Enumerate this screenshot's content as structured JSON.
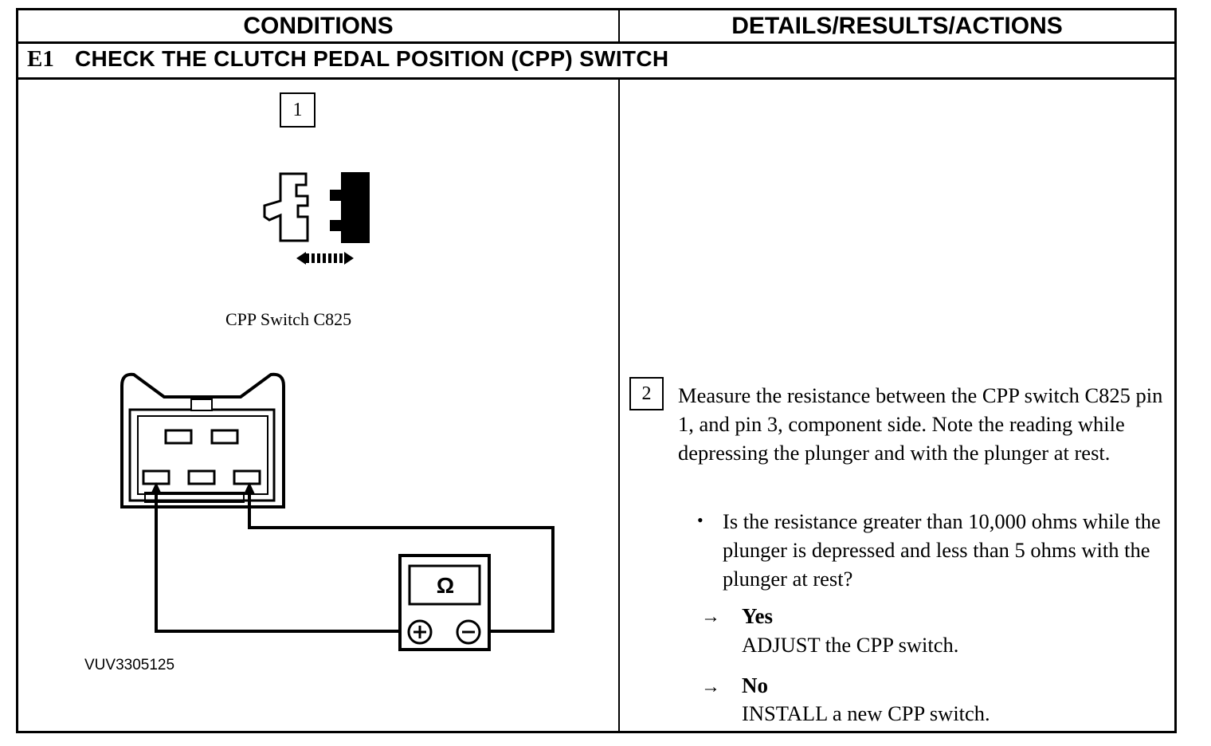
{
  "table": {
    "col_conditions": "CONDITIONS",
    "col_details": "DETAILS/RESULTS/ACTIONS"
  },
  "section": {
    "id": "E1",
    "title": "CHECK THE CLUTCH PEDAL POSITION (CPP) SWITCH"
  },
  "conditions": {
    "step1": "1",
    "switch_caption": "CPP Switch C825",
    "meter_symbol": "Ω",
    "meter_plus": "+",
    "meter_minus": "−",
    "figure_ref": "VUV3305125"
  },
  "details": {
    "step2": "2",
    "instruction": "Measure the resistance between the CPP switch C825 pin 1, and pin 3, component side. Note the reading while depressing the plunger and with the plunger at rest.",
    "bullet": "•",
    "question": "Is the resistance greater than 10,000 ohms while the plunger is depressed and less than 5 ohms with the plunger at rest?",
    "arrow": "→",
    "yes_label": "Yes",
    "yes_action": "ADJUST the CPP switch.",
    "no_label": "No",
    "no_action": "INSTALL a new CPP switch."
  }
}
